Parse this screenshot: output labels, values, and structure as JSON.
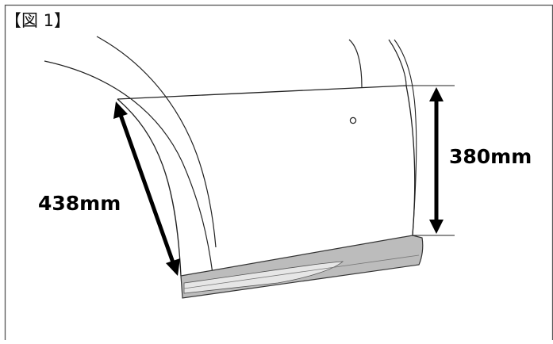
{
  "figure": {
    "label": "【図 1】",
    "dimension_vertical": "380mm",
    "dimension_diagonal": "438mm",
    "colors": {
      "line": "#222222",
      "arrow": "#000000",
      "trim_fill": "#bcbcbc",
      "trim_highlight": "#e6e6e6",
      "frame": "#555555"
    }
  }
}
